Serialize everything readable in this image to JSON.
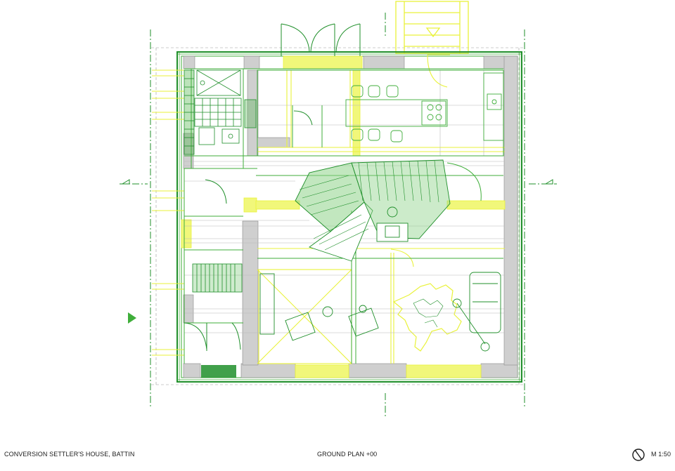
{
  "project_title": "CONVERSION SETTLER'S HOUSE, BATTIN",
  "plan_name": "GROUND PLAN +00",
  "scale": "M 1:50",
  "north_arrow": "north-arrow-icon",
  "colors": {
    "green_dark": "#1f8f2a",
    "green_mid": "#3fae3a",
    "green_light": "#8fd38a",
    "yellow": "#e9f23a",
    "yellow_fill": "#f1f77a",
    "wall_grey": "#cfcfcf",
    "thin_grey": "#9a9a9a"
  }
}
